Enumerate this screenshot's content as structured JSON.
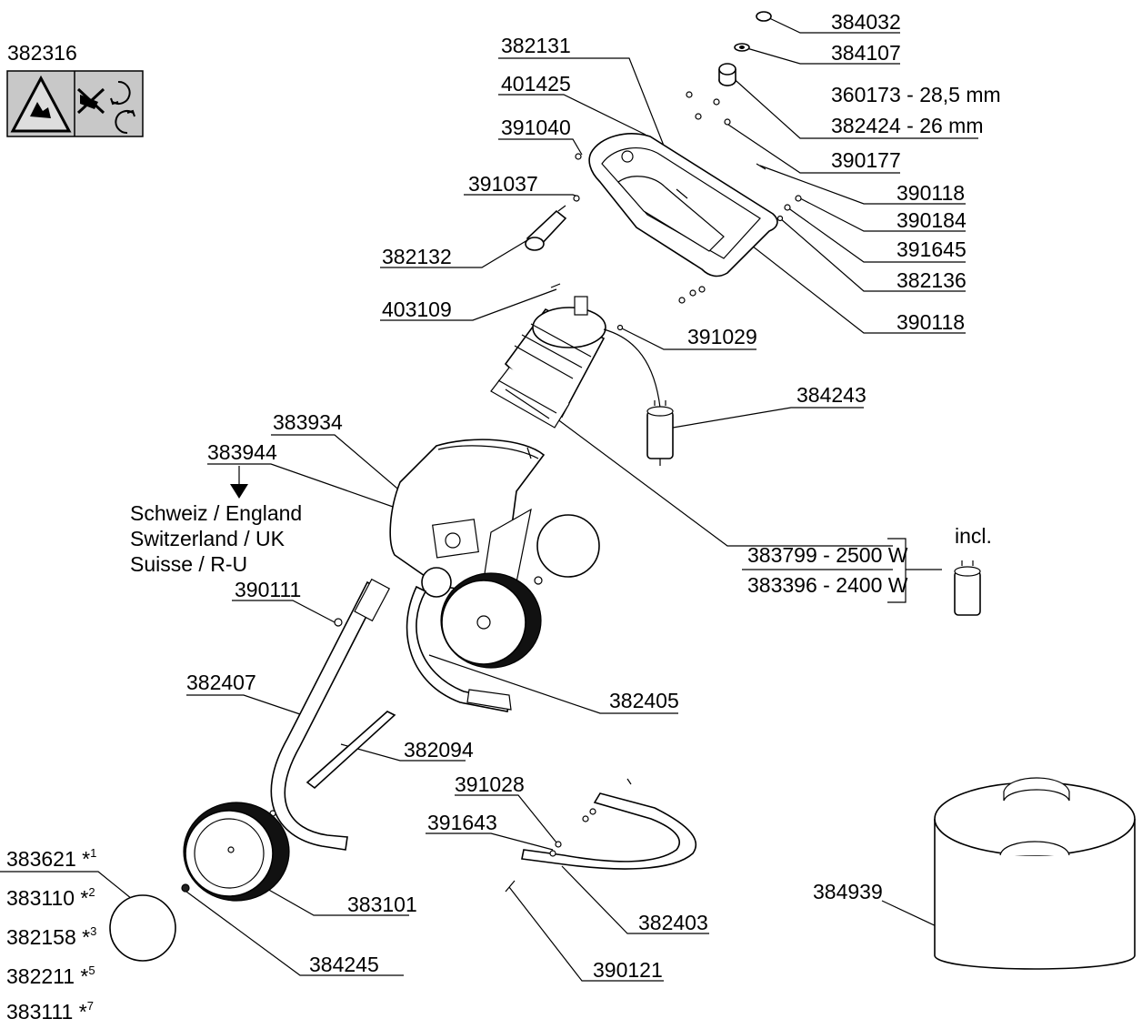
{
  "parts": {
    "p384032": "384032",
    "p384107": "384107",
    "p360173": "360173 - 28,5 mm",
    "p382424": "382424 - 26 mm",
    "p390177": "390177",
    "p390118a": "390118",
    "p390184": "390184",
    "p391645": "391645",
    "p382136": "382136",
    "p390118b": "390118",
    "p382131": "382131",
    "p401425": "401425",
    "p391040": "391040",
    "p391037": "391037",
    "p382132": "382132",
    "p403109": "403109",
    "p391029": "391029",
    "p384243": "384243",
    "p383934": "383934",
    "p383944": "383944",
    "p383799": "383799 - 2500 W",
    "p383396": "383396 - 2400 W",
    "incl": "incl.",
    "p390111": "390111",
    "p382407": "382407",
    "p382405": "382405",
    "p382094": "382094",
    "p391028": "391028",
    "p391643": "391643",
    "p383101": "383101",
    "p382403": "382403",
    "p384245": "384245",
    "p390121": "390121",
    "p384939": "384939",
    "p382316": "382316"
  },
  "country": {
    "line1": "Schweiz / England",
    "line2": "Switzerland / UK",
    "line3": "Suisse / R-U"
  },
  "options": [
    {
      "code": "383621 *",
      "sup": "1"
    },
    {
      "code": "383110 *",
      "sup": "2"
    },
    {
      "code": "382158 *",
      "sup": "3"
    },
    {
      "code": "382211 *",
      "sup": "5"
    },
    {
      "code": "383111 *",
      "sup": "7"
    }
  ]
}
